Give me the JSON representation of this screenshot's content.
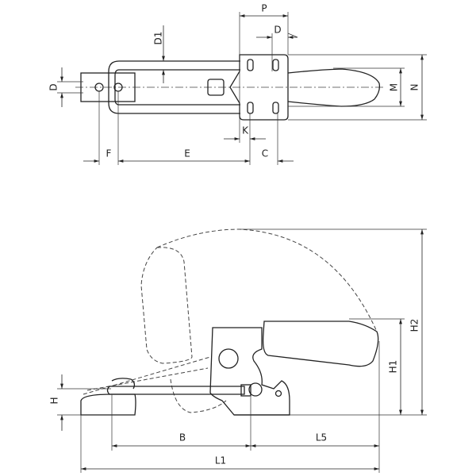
{
  "top_view": {
    "labels": {
      "P": "P",
      "D_top": "D",
      "D1": "D1",
      "D_left": "D",
      "M": "M",
      "N": "N",
      "K": "K",
      "F": "F",
      "E": "E",
      "C": "C"
    }
  },
  "side_view": {
    "labels": {
      "H": "H",
      "H1": "H1",
      "H2": "H2",
      "B": "B",
      "L5": "L5",
      "L1": "L1"
    }
  }
}
